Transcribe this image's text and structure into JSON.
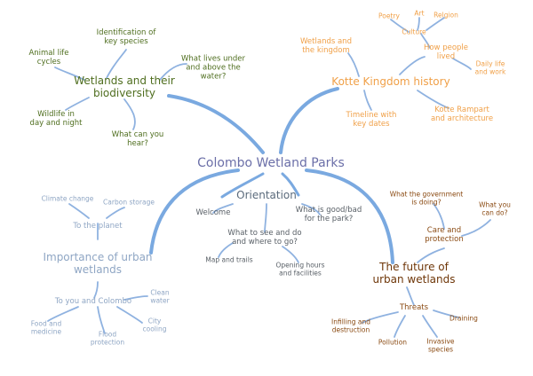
{
  "root": "Colombo Wetland Parks",
  "branches": {
    "biodiversity": {
      "title": "Wetlands and their biodiversity",
      "children": [
        "Identification of key species",
        "Animal life cycles",
        "What lives under and above the water?",
        "Wildlife in day and night",
        "What can you hear?"
      ],
      "color": "#4f6e1f"
    },
    "kotte": {
      "title": "Kotte Kingdom history",
      "children": [
        "Wetlands and the kingdom",
        "How people lived",
        "Culture",
        "Poetry",
        "Art",
        "Relgion",
        "Daily life and work",
        "Timeline with key dates",
        "Kotte Rampart and architecture"
      ],
      "color": "#f0a048"
    },
    "importance": {
      "title": "Importance of urban wetlands",
      "children": [
        "To the planet",
        "Climate change",
        "Carbon storage",
        "To you and Colombo",
        "Clean water",
        "City cooling",
        "Flood protection",
        "Food and medicine"
      ],
      "color": "#8fa6c4"
    },
    "orientation": {
      "title": "Orientation",
      "children": [
        "Welcome",
        "What is good/bad for the park?",
        "What to see and do and where to go?",
        "Map and trails",
        "Opening hours and facilities"
      ],
      "color": "#5b6b7c"
    },
    "future": {
      "title": "The future of urban wetlands",
      "children": [
        "Care and protection",
        "What the government is doing?",
        "What you can do?",
        "Threats",
        "Infilling and destruction",
        "Pollution",
        "Invasive species",
        "Draining"
      ],
      "color": "#8a4a12"
    }
  },
  "colors": {
    "main_link": "#7aa9e0",
    "sub_link": "#8fb2e0"
  }
}
